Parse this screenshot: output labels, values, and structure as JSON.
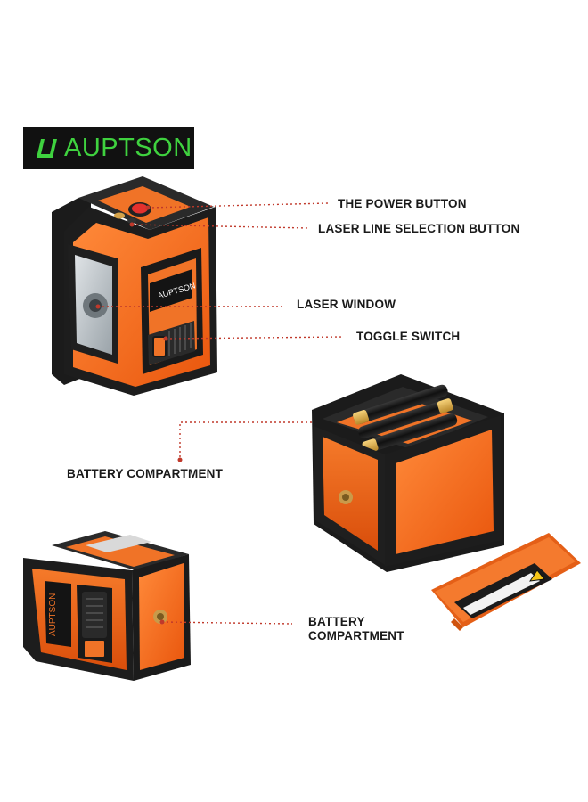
{
  "brand": {
    "logo_text": "AUPTSON",
    "accent_color": "#3fd23f",
    "body_color": "#f26a1b"
  },
  "labels": {
    "power_button": "THE POWER BUTTON",
    "line_selection_button": "LASER LINE SELECTION BUTTON",
    "laser_window": "LASER WINDOW",
    "toggle_switch": "TOGGLE SWITCH",
    "battery_compartment_1": "BATTERY COMPARTMENT",
    "battery_compartment_2_line1": "BATTERY",
    "battery_compartment_2_line2": "COMPARTMENT"
  },
  "device_label_text": "AUPTSON"
}
